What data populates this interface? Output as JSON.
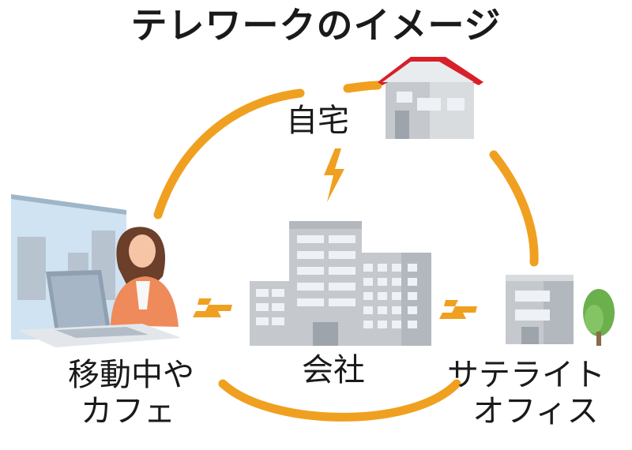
{
  "title": "テレワークのイメージ",
  "nodes": {
    "home": {
      "label": "自宅"
    },
    "company": {
      "label": "会社"
    },
    "mobile": {
      "label_line1": "移動中や",
      "label_line2": "カフェ"
    },
    "satellite": {
      "label_line1": "サテライト",
      "label_line2": "オフィス"
    }
  },
  "icons": {
    "home": "house-icon",
    "company": "office-buildings-icon",
    "mobile": "woman-laptop-icon",
    "satellite": "small-office-icon",
    "tree": "tree-icon",
    "connection": "lightning-icon"
  },
  "colors": {
    "arc": "#f0a020",
    "roof": "#d8202a",
    "building": "#c5c9ce",
    "building_shade": "#9ea4ab",
    "window": "#eef2f6",
    "tree": "#6ab04c",
    "skin": "#f6c5a6",
    "jacket": "#ef8a5a",
    "hair": "#6b3f2a",
    "laptop": "#8fa0b3",
    "sky": "#cfe3f2"
  }
}
